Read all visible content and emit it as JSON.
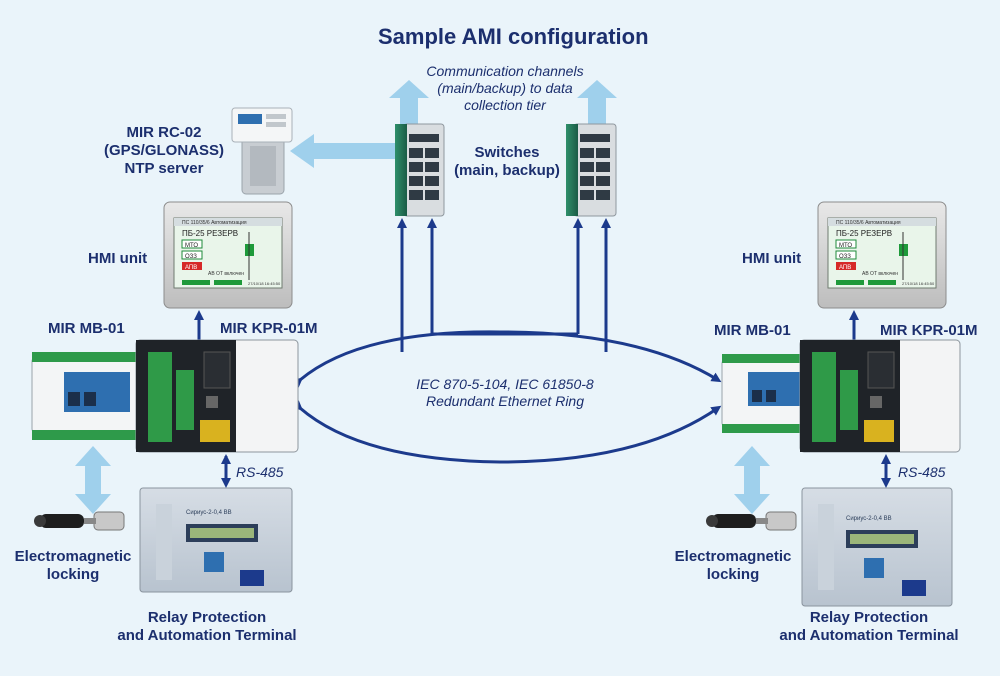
{
  "title": "Sample AMI configuration",
  "comm_note": [
    "Communication channels",
    "(main/backup) to data",
    "collection tier"
  ],
  "switches_label": [
    "Switches",
    "(main, backup)"
  ],
  "ntp_label": [
    "MIR RC-02",
    "(GPS/GLONASS)",
    "NTP server"
  ],
  "ring_label": [
    "IEC 870-5-104, IEC 61850-8",
    "Redundant Ethernet Ring"
  ],
  "left": {
    "hmi": "HMI unit",
    "mb": "MIR MB-01",
    "kpr": "MIR KPR-01M",
    "rs": "RS-485",
    "lock": [
      "Electromagnetic",
      "locking"
    ],
    "relay": [
      "Relay Protection",
      "and Automation Terminal"
    ]
  },
  "right": {
    "hmi": "HMI unit",
    "mb": "MIR MB-01",
    "kpr": "MIR KPR-01M",
    "rs": "RS-485",
    "lock": [
      "Electromagnetic",
      "locking"
    ],
    "relay": [
      "Relay Protection",
      "and Automation Terminal"
    ]
  },
  "hmi_screen": {
    "header": "ПС 110/35/6 Автоматизация",
    "caption": "ПБ-25 РЕЗЕРВ",
    "btn1": "МТО",
    "btn2": "ОЗЗ",
    "btn3": "АПВ",
    "status": "АВ ОТ включен",
    "time": "27/10/18 16:45:50"
  },
  "relay_screen": "Сириус-2-0,4 ВВ",
  "colors": {
    "arrow_light": "#9fd0ec",
    "arrow_dark": "#1c3a8c",
    "text": "#1c2f6e",
    "background": "#eaf4fa"
  }
}
